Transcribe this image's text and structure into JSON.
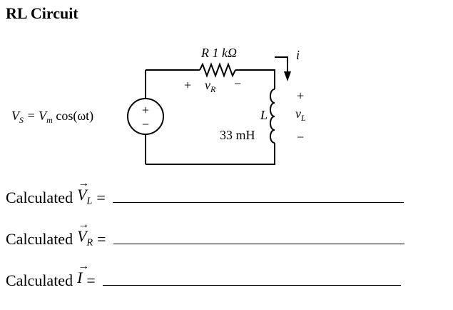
{
  "title": "RL Circuit",
  "circuit": {
    "resistor_label": "R  1 kΩ",
    "current_label": "i",
    "vr_plus": "+",
    "vr_label": "v",
    "vr_sub": "R",
    "vr_minus": "−",
    "vs_label": "V",
    "vs_sub": "S",
    "vs_eq": " = V",
    "vs_m": "m",
    "vs_cos": " cos(ωt)",
    "source_plus": "+",
    "source_minus": "−",
    "inductor_name": "L",
    "inductor_value": "33  mH",
    "vl_plus": "+",
    "vl_label": "v",
    "vl_sub": "L",
    "vl_minus": "−"
  },
  "answers": [
    {
      "prefix": "Calculated",
      "symbol": "V",
      "sub": "L",
      "eq": "="
    },
    {
      "prefix": "Calculated",
      "symbol": "V",
      "sub": "R",
      "eq": "="
    },
    {
      "prefix": "Calculated",
      "symbol": "I",
      "sub": "",
      "eq": "="
    }
  ]
}
